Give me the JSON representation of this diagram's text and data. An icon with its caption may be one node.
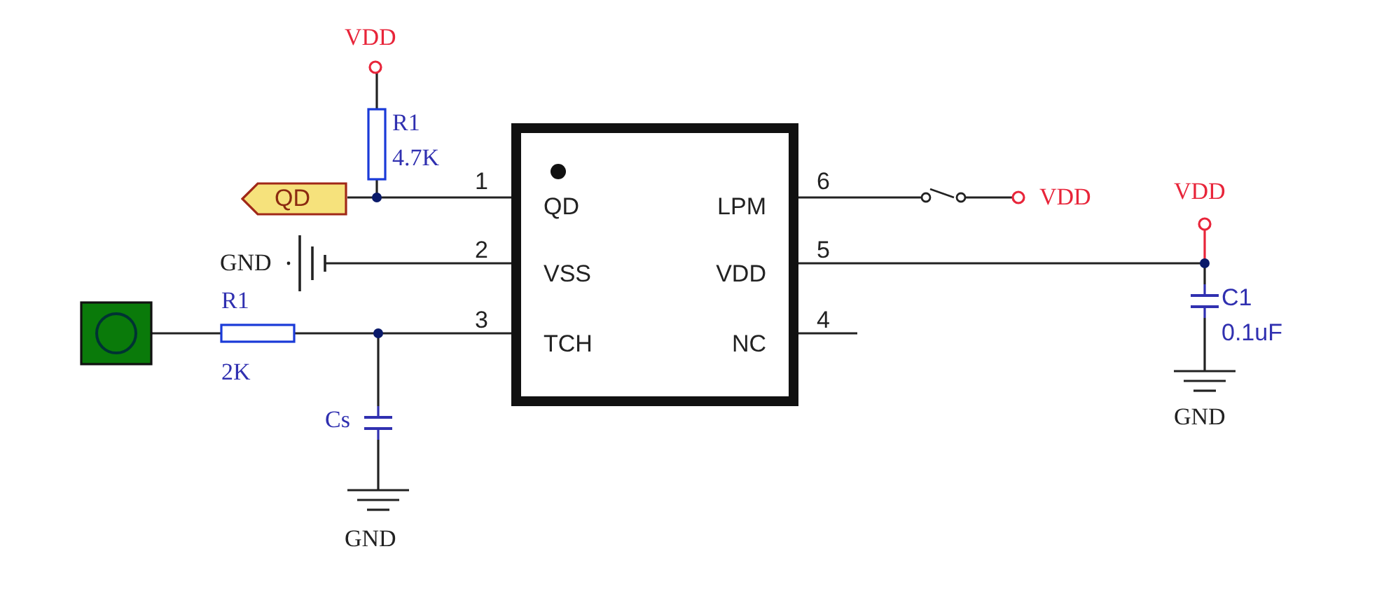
{
  "diagram": {
    "nodes": [
      {
        "text": [],
        "shape": "circle",
        "beside": [
          "VDD"
        ]
      },
      {
        "text": [],
        "shape": "resistor",
        "beside": [
          "R1",
          "4.7K"
        ]
      },
      {
        "text": [
          "QD"
        ]
      },
      {
        "text": [],
        "shape": "dot"
      },
      {
        "text": [
          "QD",
          "LPM",
          "VSS",
          "VDD",
          "TCH",
          "NC"
        ],
        "beside": [
          "1",
          "6",
          "2",
          "5",
          "3",
          "4"
        ]
      },
      {
        "text": [],
        "shape": "switch"
      },
      {
        "text": [],
        "shape": "circle",
        "beside": [
          "VDD"
        ]
      },
      {
        "text": [],
        "shape": "circle",
        "beside": [
          "VDD"
        ]
      },
      {
        "text": [],
        "shape": "ground",
        "beside": [
          "GND"
        ]
      },
      {
        "text": [],
        "shape": "dot"
      },
      {
        "text": [],
        "shape": "capacitor",
        "beside": [
          "C1",
          "0.1uF"
        ]
      },
      {
        "text": [],
        "shape": "box"
      },
      {
        "text": [],
        "shape": "resistor",
        "beside": [
          "R1",
          "2K"
        ]
      },
      {
        "text": [],
        "shape": "dot"
      },
      {
        "text": [],
        "shape": "ground",
        "beside": [
          "GND"
        ]
      },
      {
        "text": [],
        "shape": "capacitor",
        "beside": [
          "Cs"
        ]
      },
      {
        "text": [],
        "shape": "ground",
        "beside": [
          "GND"
        ]
      }
    ],
    "edges": [
      {
        "from": 0,
        "to": 1,
        "arrow": "none"
      },
      {
        "from": 1,
        "to": 3,
        "arrow": "none"
      },
      {
        "from": 2,
        "to": 3,
        "arrow": "none"
      },
      {
        "from": 3,
        "to": 4,
        "arrow": "none"
      },
      {
        "from": 4,
        "to": 5,
        "arrow": "none"
      },
      {
        "from": 5,
        "to": 6,
        "arrow": "none"
      },
      {
        "from": 8,
        "to": 4,
        "arrow": "none"
      },
      {
        "from": 4,
        "to": 9,
        "arrow": "none"
      },
      {
        "from": 7,
        "to": 9,
        "arrow": "none",
        "color": "#e8253a"
      },
      {
        "from": 9,
        "to": 10,
        "arrow": "none"
      },
      {
        "from": 10,
        "to": 14,
        "arrow": "none"
      },
      {
        "from": 11,
        "to": 12,
        "arrow": "none"
      },
      {
        "from": 12,
        "to": 13,
        "arrow": "none"
      },
      {
        "from": 13,
        "to": 4,
        "arrow": "none"
      },
      {
        "from": 13,
        "to": 15,
        "arrow": "none"
      },
      {
        "from": 15,
        "to": 16,
        "arrow": "none"
      },
      {
        "from": 4,
        "to": null,
        "arrow": "none"
      }
    ]
  }
}
